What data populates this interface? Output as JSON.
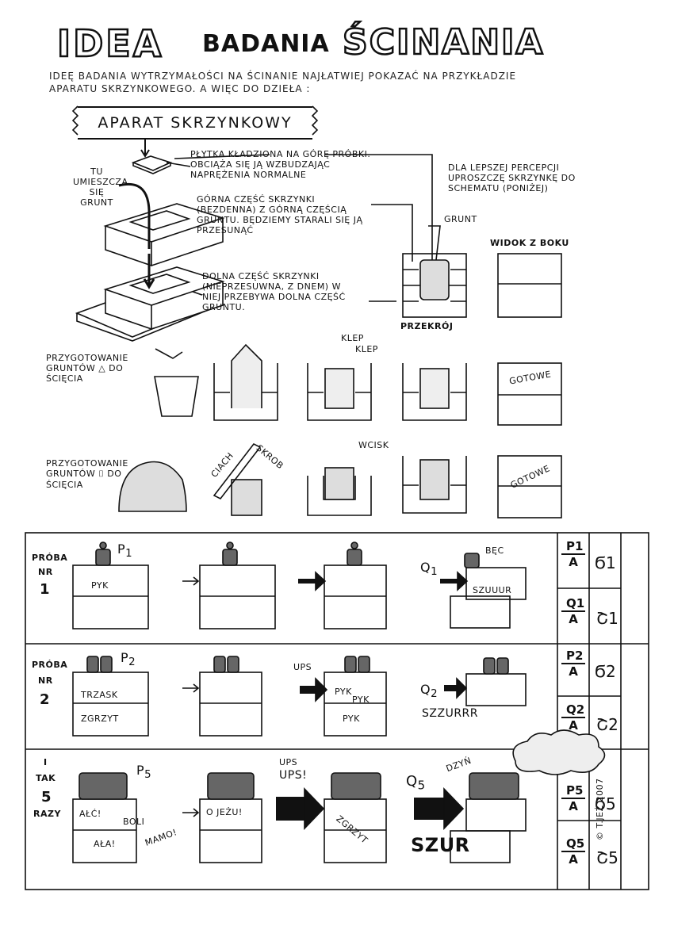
{
  "title": {
    "idea": "IDEA",
    "badania": "BADANIA",
    "scinania": "ŚCINANIA"
  },
  "intro": "IDEĘ BADANIA WYTRZYMAŁOŚCI NA ŚCINANIE NAJŁATWIEJ POKAZAĆ NA PRZYKŁADZIE APARATU SKRZYNKOWEGO. A WIĘC DO DZIEŁA :",
  "banner": "APARAT SKRZYNKOWY",
  "apparatus": {
    "tu_umieszcza": "TU UMIESZCZA SIĘ GRUNT",
    "plytka": "PŁYTKA KŁADZIONA NA GÓRĘ PRÓBKI. OBCIĄŻA SIĘ JĄ WZBUDZAJĄC NAPRĘŻENIA NORMALNE",
    "gorna": "GÓRNA CZĘŚĆ SKRZYNKI (BEZDENNA) Z GÓRNĄ CZĘŚCIĄ GRUNTU. BĘDZIEMY STARALI SIĘ JĄ PRZESUNĄĆ",
    "dolna": "DOLNA CZĘŚĆ SKRZYNKI (NIEPRZESUWNA, Z DNEM) W NIEJ PRZEBYWA DOLNA CZĘŚĆ GRUNTU.",
    "percepcja": "DLA LEPSZEJ PERCEPCJI UPROSZCZĘ SKRZYNKĘ DO SCHEMATU (PONIŻEJ)",
    "grunt": "GRUNT",
    "przekroj": "PRZEKRÓJ",
    "widok": "WIDOK Z BOKU"
  },
  "prep1": {
    "label": "PRZYGOTOWANIE GRUNTÓW △ DO ŚCIĘCIA",
    "klep": "KLEP",
    "klep2": "KLEP",
    "gotowe": "GOTOWE"
  },
  "prep2": {
    "label": "PRZYGOTOWANIE GRUNTÓW ⌷ DO ŚCIĘCIA",
    "ciach": "CIACH",
    "skrob": "SKROB",
    "wcisk": "WCISK",
    "gotowe": "GOTOWE"
  },
  "trials": [
    {
      "proba": "PRÓBA",
      "nr": "NR",
      "num": "1",
      "load": "P",
      "load_sub": "1",
      "top_text": "PYK",
      "beczk": "BĘC",
      "q": "Q",
      "q_sub": "1",
      "slide": "SZUUUR",
      "f1_num": "P1",
      "f1_den": "A",
      "f1_res": "Ϭ1",
      "f2_num": "Q1",
      "f2_den": "A",
      "f2_res": "Շ1"
    },
    {
      "proba": "PRÓBA",
      "nr": "NR",
      "num": "2",
      "load": "P",
      "load_sub": "2",
      "top_text": "TRZASK",
      "bottom_text": "ZGRZYT",
      "ups": "UPS",
      "pyk1": "PYK",
      "pyk2": "PYK",
      "pyk3": "PYK",
      "q": "Q",
      "q_sub": "2",
      "slide": "SZZURRR",
      "f1_num": "P2",
      "f1_den": "A",
      "f1_res": "Ϭ2",
      "f2_num": "Q2",
      "f2_den": "A",
      "f2_res": "Շ2"
    },
    {
      "proba": "I",
      "nr": "TAK",
      "num": "5",
      "razy": "RAZY",
      "load": "P",
      "load_sub": "5",
      "top_text": "AŁĆ!",
      "boli": "BOLI",
      "bottom_text": "AŁA!",
      "mamo": "MAMO!",
      "jezu": "O JEŻU!",
      "ups1": "UPS",
      "ups2": "UPS!",
      "zgrzyt": "ZGRZYT",
      "dzyn": "DZYŃ",
      "q": "Q",
      "q_sub": "5",
      "slide": "SZUR",
      "f1_num": "P5",
      "f1_den": "A",
      "f1_res": "Ϭ5",
      "f2_num": "Q5",
      "f2_den": "A",
      "f2_res": "Շ5"
    }
  ],
  "copyright": "© T.JEŻ 2007"
}
